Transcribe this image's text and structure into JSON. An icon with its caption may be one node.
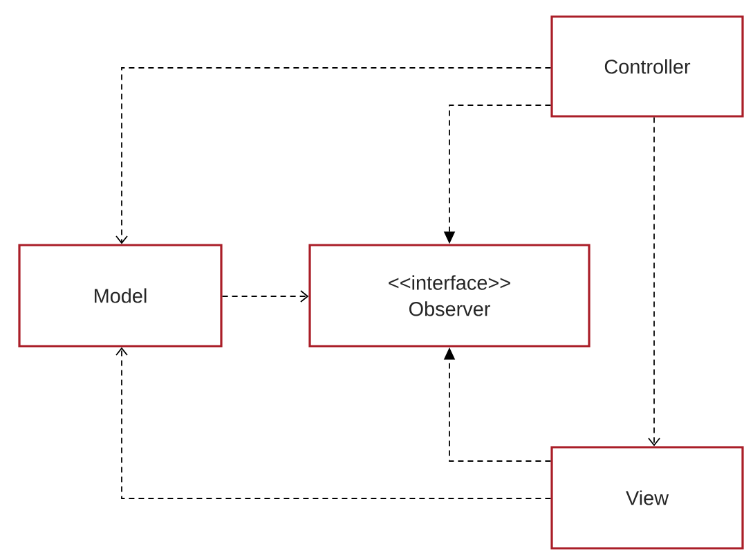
{
  "diagram": {
    "nodes": [
      {
        "text": [
          "Controller"
        ]
      },
      {
        "text": [
          "Model"
        ]
      },
      {
        "text": [
          "<<interface>>",
          "Observer"
        ]
      },
      {
        "text": [
          "View"
        ]
      }
    ],
    "edges": [
      {
        "from": 0,
        "to": 1,
        "arrow": "to",
        "style": "dashed"
      },
      {
        "from": 0,
        "to": 2,
        "arrow": "to",
        "style": "dashed"
      },
      {
        "from": 0,
        "to": 3,
        "arrow": "to",
        "style": "dashed"
      },
      {
        "from": 1,
        "to": 2,
        "arrow": "to",
        "style": "dashed"
      },
      {
        "from": 3,
        "to": 2,
        "arrow": "to",
        "style": "dashed"
      },
      {
        "from": 3,
        "to": 1,
        "arrow": "to",
        "style": "dashed"
      }
    ]
  }
}
